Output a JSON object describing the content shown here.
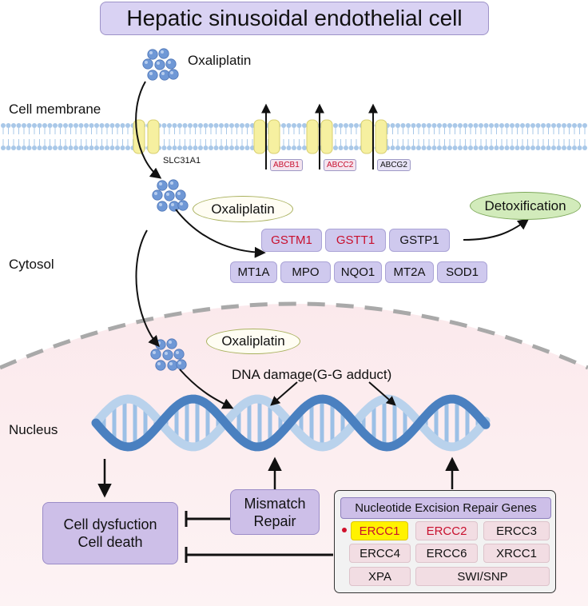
{
  "title": "Hepatic sinusoidal endothelial cell",
  "compartments": {
    "membrane": "Cell membrane",
    "cytosol": "Cytosol",
    "nucleus": "Nucleus"
  },
  "drug": {
    "outside": "Oxaliplatin",
    "cytosol": "Oxaliplatin",
    "nucleus": "Oxaliplatin"
  },
  "transporters": {
    "influx": "SLC31A1",
    "efflux": [
      "ABCB1",
      "ABCC2",
      "ABCG2"
    ]
  },
  "detox": {
    "outcome": "Detoxification",
    "gst_genes": [
      "GSTM1",
      "GSTT1",
      "GSTP1"
    ],
    "other_genes": [
      "MT1A",
      "MPO",
      "NQO1",
      "MT2A",
      "SOD1"
    ]
  },
  "dna_damage": "DNA damage(G-G adduct)",
  "mismatch_repair": [
    "Mismatch",
    "Repair"
  ],
  "outcome": [
    "Cell dysfuction",
    "Cell death"
  ],
  "ner": {
    "title": "Nucleotide Excision Repair Genes",
    "genes": [
      "ERCC1",
      "ERCC2",
      "ERCC3",
      "ERCC4",
      "ERCC6",
      "XRCC1",
      "XPA",
      "SWI/SNP"
    ]
  },
  "colors": {
    "highlight_red": "#c8102e",
    "pill_purple": "#cfc9ee",
    "nucleus_pink": "#fbecee",
    "detox_green": "#d2ebbb",
    "membrane_blue": "#a9c8e8",
    "channel_yellow": "#f6f0a0",
    "highlight_yellow": "#fff200"
  }
}
